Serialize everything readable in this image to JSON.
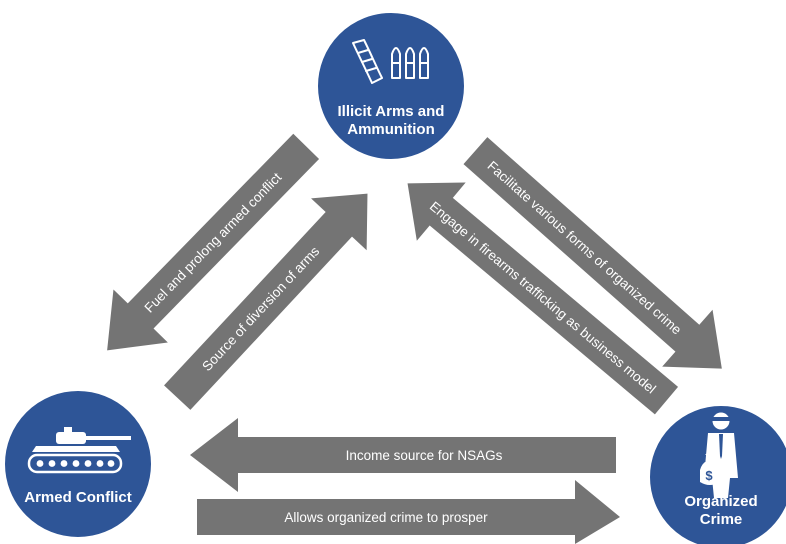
{
  "colors": {
    "node": "#2e5597",
    "arrow": "#747474",
    "text": "#ffffff"
  },
  "nodes": {
    "arms": {
      "line1": "Illicit Arms and",
      "line2": "Ammunition",
      "icon": "rifle-magazine-and-bullets-icon"
    },
    "conflict": {
      "label": "Armed Conflict",
      "icon": "tank-icon"
    },
    "crime": {
      "line1": "Organized",
      "line2": "Crime",
      "icon": "masked-criminal-with-money-bag-icon"
    }
  },
  "arrows": {
    "fuel": "Fuel and prolong armed conflict",
    "diversion": "Source of diversion of arms",
    "facilitate": "Facilitate various forms of organized crime",
    "engage": "Engage in firearms trafficking as business model",
    "income": "Income source for NSAGs",
    "allows": "Allows organized crime to prosper"
  }
}
